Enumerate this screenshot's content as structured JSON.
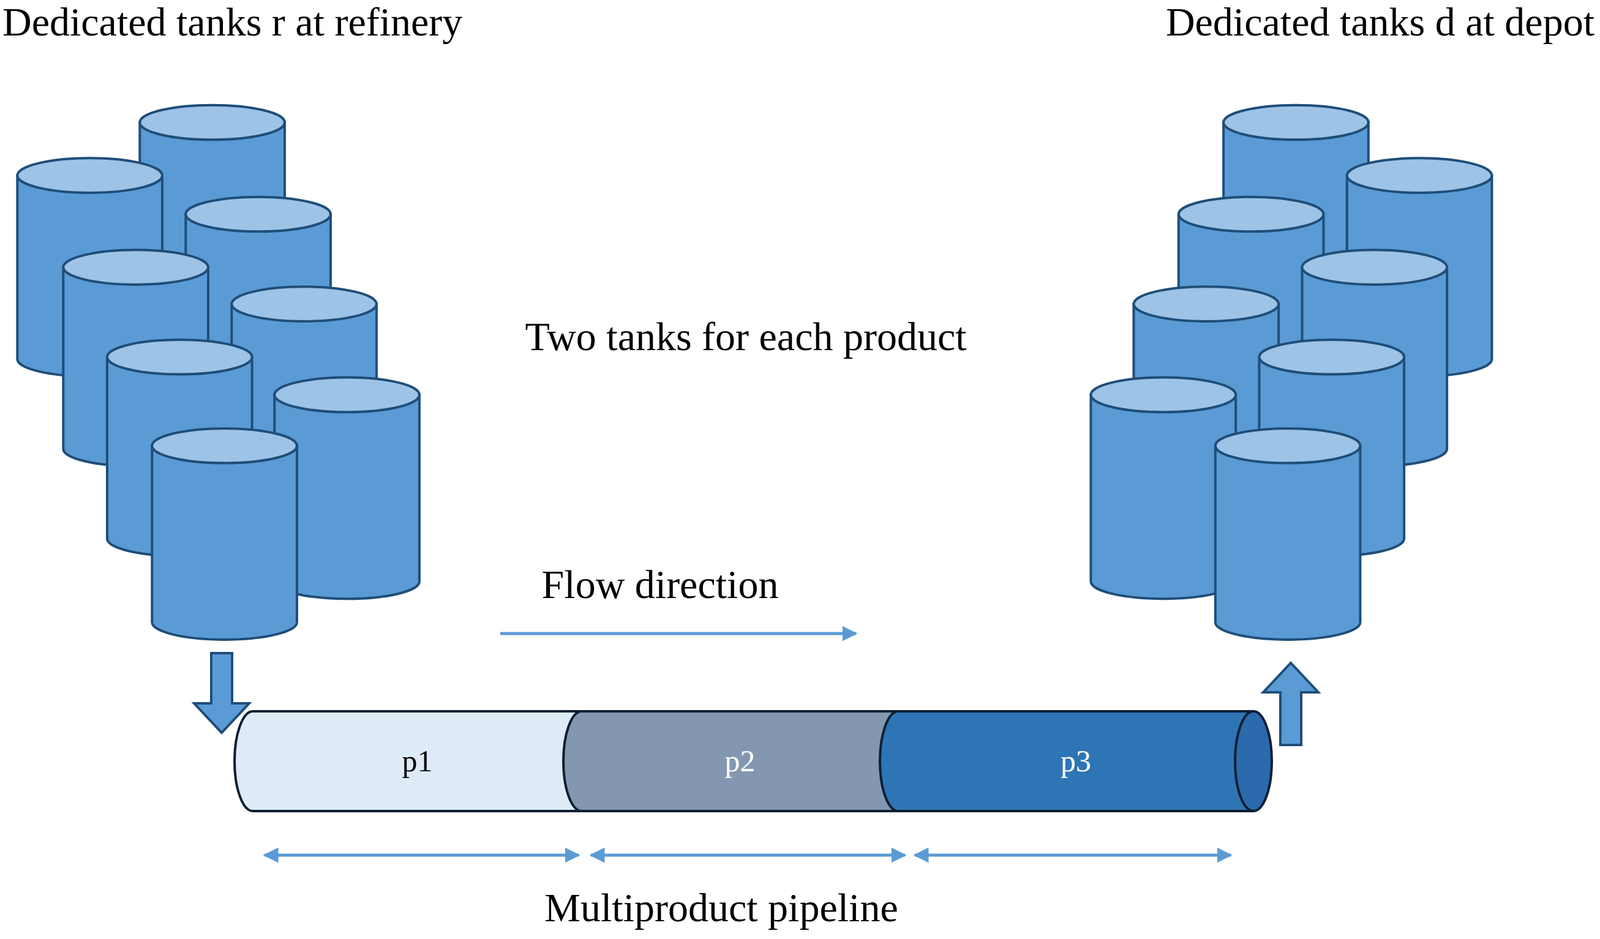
{
  "diagram": {
    "nodes": [
      {
        "text": [
          "Dedicated tanks r at refinery"
        ]
      },
      {
        "text": [
          "p1"
        ]
      },
      {
        "text": [
          "p2"
        ]
      },
      {
        "text": [
          "p3"
        ]
      },
      {
        "text": [
          "Dedicated tanks d at depot"
        ]
      }
    ],
    "edges": [
      {
        "from": 0,
        "to": 1,
        "arrow": "to"
      },
      {
        "from": 3,
        "to": 4,
        "arrow": "to"
      }
    ],
    "labels": [
      "Two tanks for each product",
      "Flow direction",
      "Multiproduct pipeline"
    ]
  }
}
